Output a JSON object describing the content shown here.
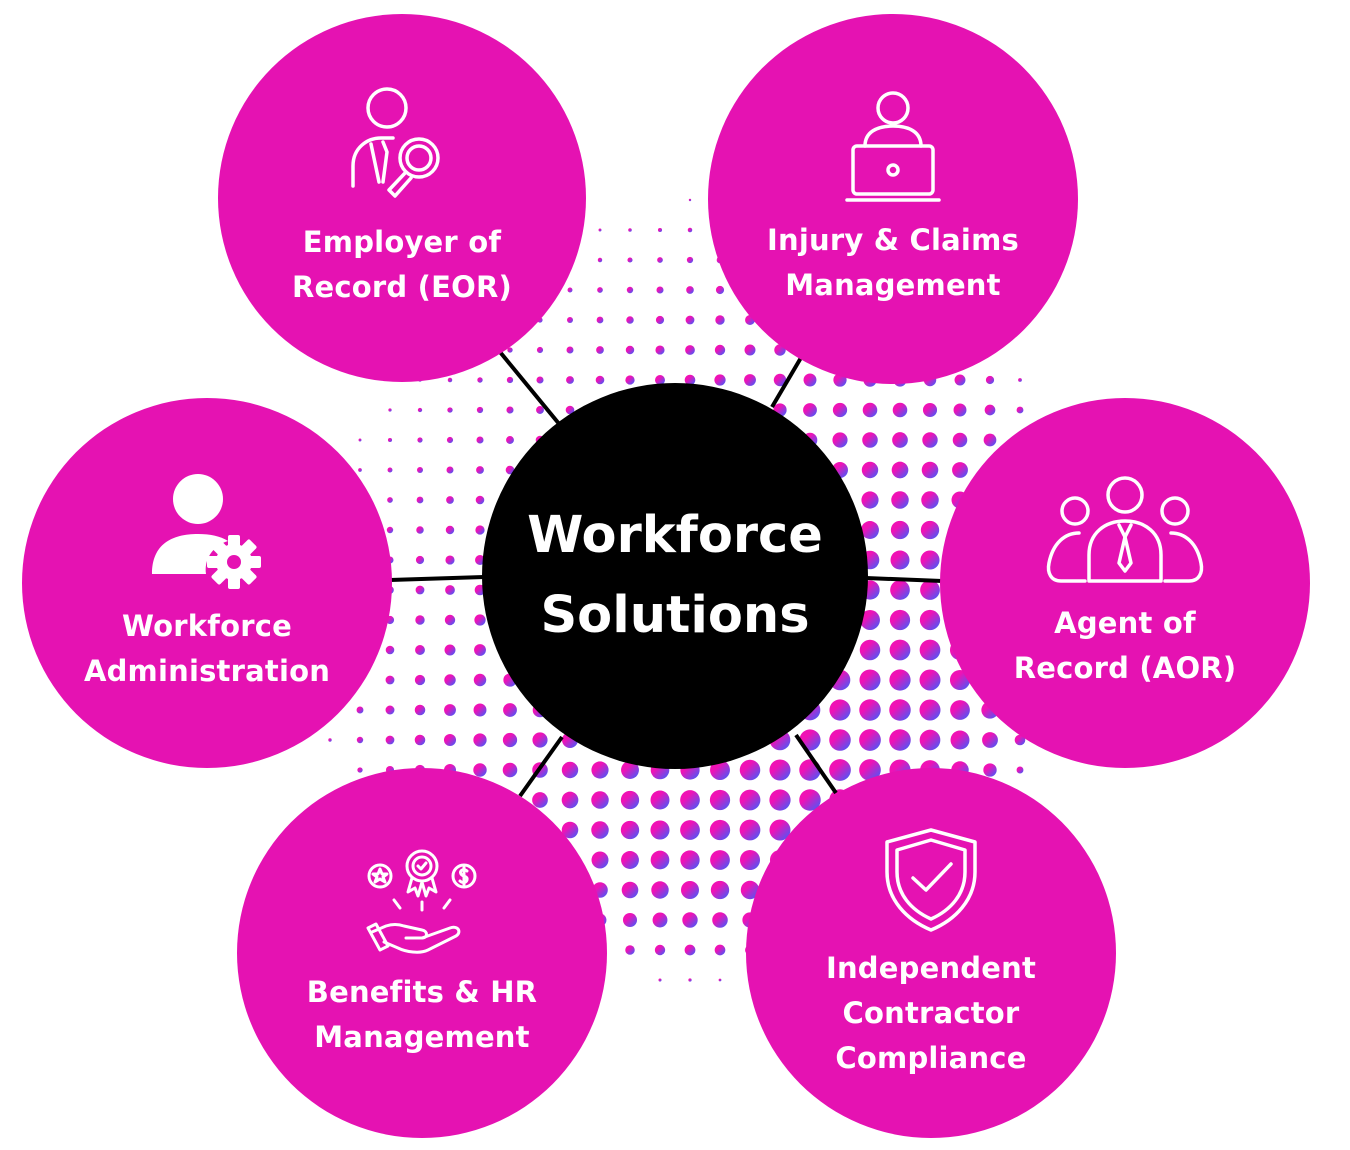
{
  "colors": {
    "node_fill": "#e512b2",
    "center_fill": "#000000",
    "connector": "#000000",
    "label_text": "#ffffff",
    "halftone_from": "#ef12b5",
    "halftone_to": "#5f4ff0"
  },
  "center": {
    "title": "Workforce\nSolutions"
  },
  "nodes": [
    {
      "key": "eor",
      "label": "Employer of\nRecord (EOR)",
      "icon": "employee-search-icon"
    },
    {
      "key": "injury",
      "label": "Injury & Claims\nManagement",
      "icon": "person-laptop-icon"
    },
    {
      "key": "admin",
      "label": "Workforce\nAdministration",
      "icon": "user-gear-icon"
    },
    {
      "key": "aor",
      "label": "Agent of\nRecord (AOR)",
      "icon": "team-group-icon"
    },
    {
      "key": "benefits",
      "label": "Benefits & HR\nManagement",
      "icon": "hand-benefits-icon"
    },
    {
      "key": "ic",
      "label": "Independent\nContractor\nCompliance",
      "icon": "shield-check-icon"
    }
  ]
}
